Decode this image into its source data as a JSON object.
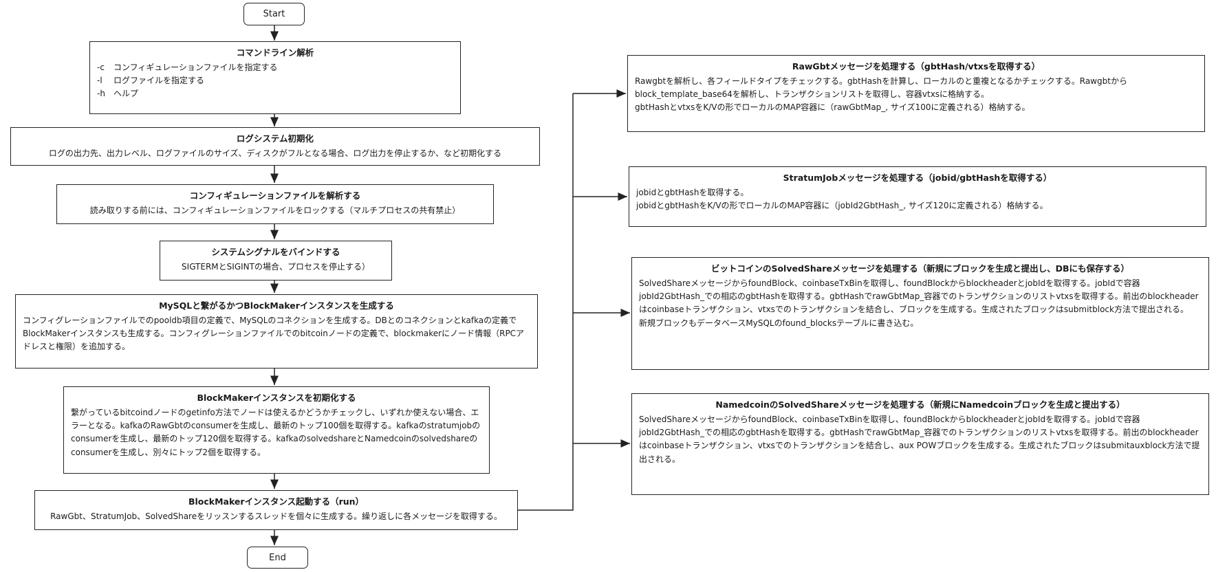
{
  "start": "Start",
  "end": "End",
  "steps": [
    {
      "title": "コマンドライン解析",
      "lines": [
        {
          "flag": "-c",
          "text": "コンフィギュレーションファイルを指定する"
        },
        {
          "flag": "-l",
          "text": "ログファイルを指定する"
        },
        {
          "flag": "-h",
          "text": "ヘルプ"
        }
      ]
    },
    {
      "title": "ログシステム初期化",
      "body": "ログの出力先、出力レベル、ログファイルのサイズ、ディスクがフルとなる場合、ログ出力を停止するか、など初期化する"
    },
    {
      "title": "コンフィギュレーションファイルを解析する",
      "body": "読み取りする前には、コンフィギュレーションファイルをロックする（マルチプロセスの共有禁止）"
    },
    {
      "title": "システムシグナルをバインドする",
      "body": "SIGTERMとSIGINTの場合、プロセスを停止する）"
    },
    {
      "title": "MySQLと繋がるかつBlockMakerインスタンスを生成する",
      "body": "コンフィグレーションファイルでのpooldb項目の定義で、MySQLのコネクションを生成する。DBとのコネクションとkafkaの定義でBlockMakerインスタンスも生成する。コンフィグレーションファイルでのbitcoinノードの定義で、blockmakerにノード情報（RPCアドレスと権限）を追加する。"
    },
    {
      "title": "BlockMakerインスタンスを初期化する",
      "body": "繋がっているbitcoindノードのgetinfo方法でノードは使えるかどうかチェックし、いずれか使えない場合、エラーとなる。kafkaのRawGbtのconsumerを生成し、最新のトップ100個を取得する。kafkaのstratumjobのconsumerを生成し、最新のトップ120個を取得する。kafkaのsolvedshareとNamedcoinのsolvedshareのconsumerを生成し、別々にトップ2個を取得する。"
    },
    {
      "title": "BlockMakerインスタンス起動する（run）",
      "body": "RawGbt、StratumJob、SolvedShareをリッスンするスレッドを個々に生成する。繰り返しに各メッセージを取得する。"
    }
  ],
  "handlers": [
    {
      "title": "RawGbtメッセージを処理する（gbtHash/vtxsを取得する）",
      "body": "Rawgbtを解析し、各フィールドタイプをチェックする。gbtHashを計算し、ローカルのと重複となるかチェックする。Rawgbtからblock_template_base64を解析し、トランザクションリストを取得し、容器vtxsに格納する。",
      "body2": "gbtHashとvtxsをK/Vの形でローカルのMAP容器に（rawGbtMap_, サイズ100に定義される）格納する。"
    },
    {
      "title": "StratumJobメッセージを処理する（jobid/gbtHashを取得する）",
      "body": "jobidとgbtHashを取得する。",
      "body2": "jobidとgbtHashをK/Vの形でローカルのMAP容器に（jobId2GbtHash_, サイズ120に定義される）格納する。"
    },
    {
      "title": "ビットコインのSolvedShareメッセージを処理する（新規にブロックを生成と提出し、DBにも保存する）",
      "body": "SolvedShareメッセージからfoundBlock、coinbaseTxBinを取得し、foundBlockからblockheaderとjobIdを取得する。jobIdで容器jobId2GbtHash_での相応のgbtHashを取得する。gbtHashでrawGbtMap_容器でのトランザクションのリストvtxsを取得する。前出のblockheaderはcoinbaseトランザクション、vtxsでのトランザクションを結合し、ブロックを生成する。生成されたブロックはsubmitblock方法で提出される。",
      "body2": "新規ブロックもデータベースMySQLのfound_blocksテーブルに書き込む。"
    },
    {
      "title": "NamedcoinのSolvedShareメッセージを処理する（新規にNamedcoinブロックを生成と提出する）",
      "body": "SolvedShareメッセージからfoundBlock、coinbaseTxBinを取得し、foundBlockからblockheaderとjobIdを取得する。jobIdで容器jobId2GbtHash_での相応のgbtHashを取得する。gbtHashでrawGbtMap_容器でのトランザクションのリストvtxsを取得する。前出のblockheaderはcoinbaseトランザクション、vtxsでのトランザクションを結合し、aux POWブロックを生成する。生成されたブロックはsubmitauxblock方法で提出される。",
      "body2": ""
    }
  ]
}
